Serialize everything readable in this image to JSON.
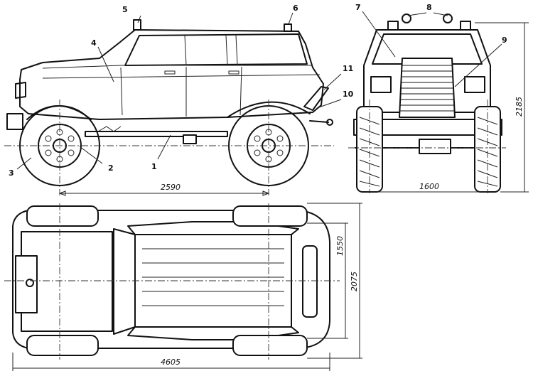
{
  "labels": {
    "n1": "1",
    "n2": "2",
    "n3": "3",
    "n4": "4",
    "n5": "5",
    "n6": "6",
    "n7": "7",
    "n8": "8",
    "n9": "9",
    "n10": "10",
    "n11": "11"
  },
  "dimensions": {
    "wheelbase": "2590",
    "track": "1600",
    "height": "2185",
    "length": "4605",
    "width": "2075",
    "body_width": "1550"
  }
}
